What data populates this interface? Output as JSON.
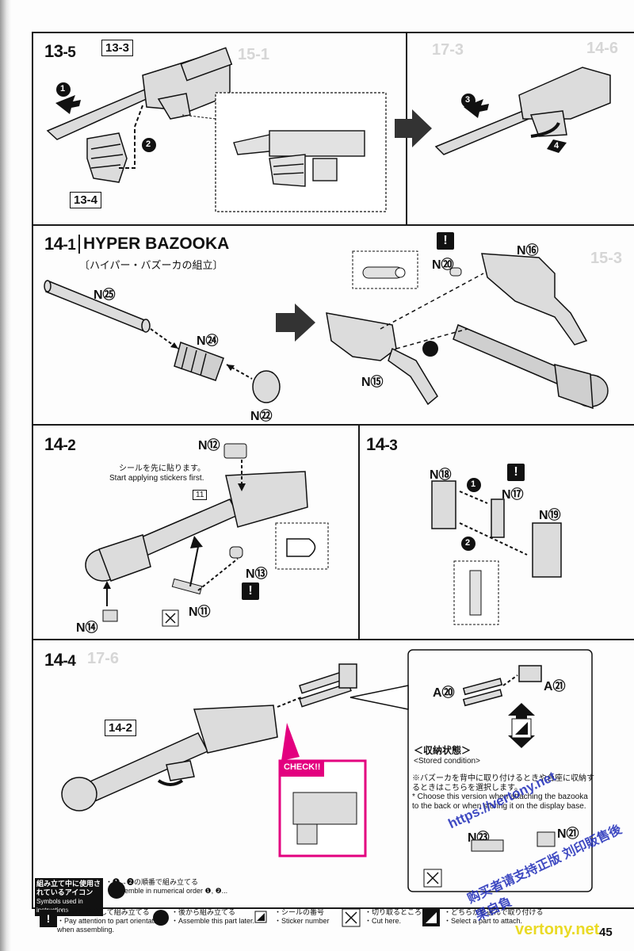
{
  "page": {
    "number": "45"
  },
  "icons": {
    "warn": "!"
  },
  "step135": {
    "num": "13",
    "sub": "-5",
    "ref_top": "13-3",
    "ref_bottom": "13-4",
    "inset_ref_top": "13-3",
    "inset_ref_bottom": "13-4",
    "a1": "1",
    "a2": "2",
    "a3": "3",
    "a4": "4"
  },
  "step141": {
    "num": "14",
    "sub": "-1",
    "title": "HYPER BAZOOKA",
    "subtitle": "〔ハイパー・バズーカの組立〕",
    "parts": {
      "n25": "N㉕",
      "n24": "N㉔",
      "n22": "N㉒",
      "n15": "N⑮",
      "n20": "N⑳",
      "n16": "N⑯"
    }
  },
  "step142": {
    "num": "14",
    "sub": "-2",
    "note_jp": "シールを先に貼ります。",
    "note_en": "Start applying stickers first.",
    "sticker": "11",
    "parts": {
      "n12": "N⑫",
      "n13": "N⑬",
      "n11": "N⑪",
      "n14": "N⑭"
    }
  },
  "step143": {
    "num": "14",
    "sub": "-3",
    "a1": "1",
    "a2": "2",
    "parts": {
      "n18": "N⑱",
      "n17": "N⑰",
      "n19": "N⑲"
    }
  },
  "step144": {
    "num": "14",
    "sub": "-4",
    "ref": "14-2",
    "check": "CHECK!!",
    "parts": {
      "a20": "A⑳",
      "a21": "A㉑",
      "n23": "N㉓",
      "n21": "N㉑"
    },
    "stored_jp": "＜収納状態＞",
    "stored_en": "<Stored condition>",
    "note_jp": "※バズーカを背中に取り付けるときや台座に収納するときはこちらを選択します。",
    "note_en": "* Choose this version when attaching the bazooka to the back or when storing it on the display base."
  },
  "legend": {
    "header_jp": "組み立て中に使用されているアイコン",
    "header_en": "Symbols used in instructions",
    "order_jp": "・❶→❷の順番で組み立てる",
    "order_en": "・Assemble in numerical order ❶, ❷...",
    "attention_jp": "・向きに注意して組み立てる",
    "attention_en": "・Pay attention to part orientation when assembling.",
    "later_jp": "・後から組み立てる",
    "later_en": "・Assemble this part later.",
    "sticker_jp": "・シールの番号",
    "sticker_en": "・Sticker number",
    "cut_jp": "・切り取るところ",
    "cut_en": "・Cut here.",
    "select_jp": "・どちらかを選んで取り付ける",
    "select_en": "・Select a part to attach."
  },
  "watermark": {
    "url": "https://vertony.net",
    "text": "购买者请支持正版 刘印販售後果自負",
    "brand": "vertony.net"
  }
}
